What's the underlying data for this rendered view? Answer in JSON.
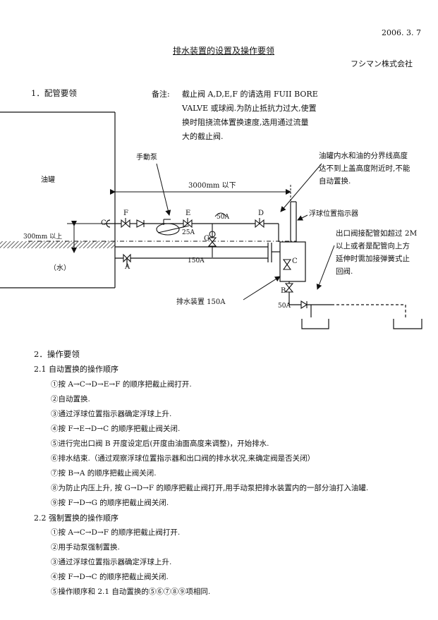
{
  "header": {
    "date": "2006. 3. 7",
    "title": "排水装置的设置及操作要领",
    "company": "フシマン株式会社"
  },
  "section1": {
    "heading": "1．配管要领",
    "note_label": "备注:",
    "note_lines": [
      "截止阀 A,D,E,F 的请选用 FUII BORE",
      "VALVE 或球阀.为防止抵抗力过大,使置",
      "换时阻挠流体置换速度,选用通过流量",
      "大的截止阀."
    ]
  },
  "diagram": {
    "tank_label": "油罐",
    "water_label": "（水）",
    "pump_label": "手動泵",
    "distance_label": "3000mm 以下",
    "height_label": "300mm 以上",
    "valve_labels": {
      "c": "C",
      "f": "F",
      "e": "E",
      "d": "D",
      "g": "G",
      "a": "A",
      "b": "B",
      "c2": "C"
    },
    "pipe_labels": {
      "p50a_top": "50A",
      "p25a": "25A",
      "p150a": "150A",
      "p50a_out": "50A"
    },
    "float_indicator_label": "浮球位置指示器",
    "drain_unit_label": "排水装置 150A",
    "interface_note": [
      "油罐内水和油的分界线高度",
      "达不到上盖高度附近时,不能",
      "自动置换."
    ],
    "outlet_note": [
      "出口阀接配管如超过 2M",
      "以上或者是配管向上方",
      "延伸时需加接弹簧式止",
      "回阀."
    ]
  },
  "section2": {
    "heading": "2．操作要领",
    "auto": {
      "heading": "2.1 自动置换的操作顺序",
      "steps": [
        "①按 A→C→D→E→F 的顺序把截止阀打开.",
        "②自动置换.",
        "③通过浮球位置指示器确定浮球上升.",
        "④按 F→E→D→C 的顺序把截止阀关闭.",
        "⑤进行完出口阀 B 开度设定后(开度由油面高度来调整)，开始排水.",
        "⑥排水结束.（通过观察浮球位置指示器和出口阀的排水状况,来确定阀是否关闭）",
        "⑦按 B→A 的顺序把截止阀关闭.",
        "⑧为防止内压上升, 按 G→D→F 的顺序把截止阀打开,用手动泵把排水装置内的一部分油打入油罐.",
        "⑨按 F→D→G 的顺序把截止阀关闭."
      ]
    },
    "forced": {
      "heading": "2.2 强制置换的操作顺序",
      "steps": [
        "①按 A→C→D→F 的顺序把截止阀打开.",
        "②用手动泵强制置换.",
        "③通过浮球位置指示器确定浮球上升.",
        "④按 F→D→C 的顺序把截止阀关闭.",
        "⑤操作顺序和 2.1 自动置换的⑤⑥⑦⑧⑨项相同."
      ]
    }
  }
}
